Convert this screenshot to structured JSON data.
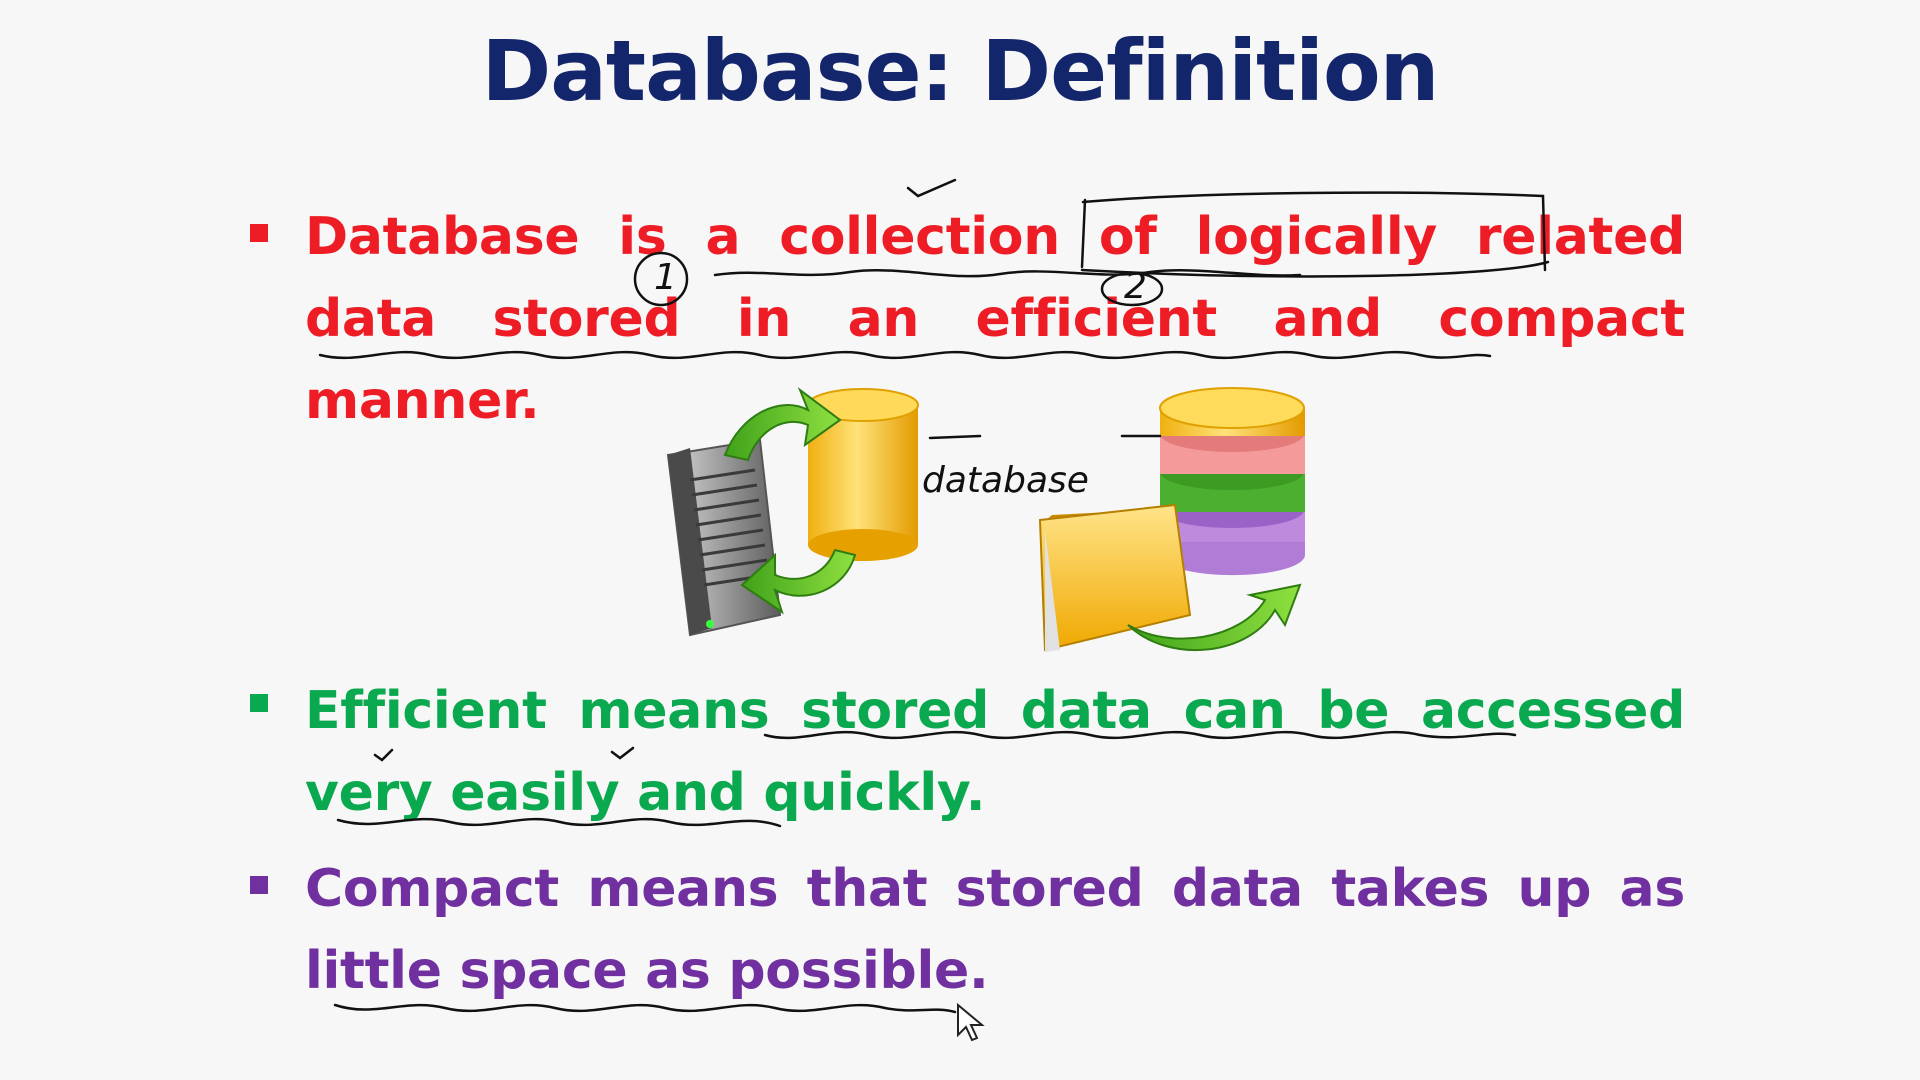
{
  "slide": {
    "title": "Database: Definition",
    "bullets": [
      {
        "text": "Database is a collection of logically related data stored in an efficient and compact manner."
      },
      {
        "text": "Efficient means stored data can be accessed very easily and quickly."
      },
      {
        "text": "Compact means that stored data takes up as little space as possible."
      }
    ],
    "annotation": "database",
    "circle_marks": [
      "1",
      "2"
    ]
  },
  "colors": {
    "title": "#14266b",
    "bullet1": "#ee1c25",
    "bullet2": "#0aa84f",
    "bullet3": "#7030a0",
    "ink": "#111111"
  },
  "icons": {
    "server": "server-icon",
    "cylinder": "database-cylinder-icon",
    "stack": "database-stack-icon",
    "folder": "folder-icon",
    "arrows": "sync-arrows-icon",
    "cursor": "mouse-cursor-icon"
  }
}
